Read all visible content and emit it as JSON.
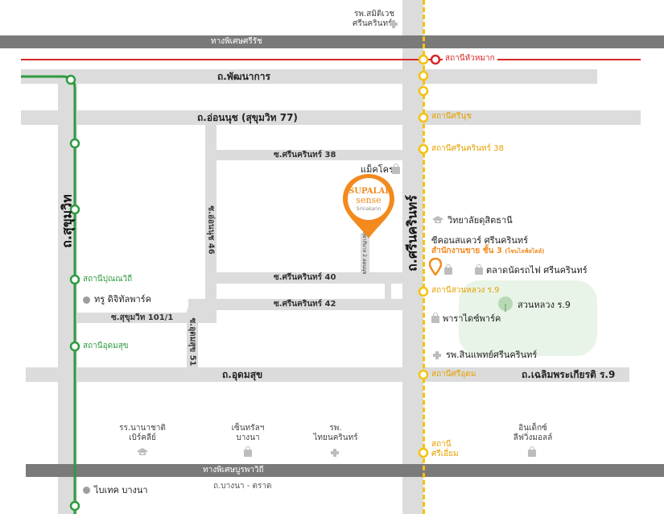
{
  "roads": {
    "expressway_top": "ทางพิเศษศรีรัช",
    "expressway_bottom": "ทางพิเศษบูรพาวิถี",
    "pattanakarn": "ถ.พัฒนาการ",
    "onnut": "ถ.อ่อนนุช (สุขุมวิท 77)",
    "srinakarin38": "ซ.ศรีนครินทร์ 38",
    "srinakarin40": "ซ.ศรีนครินทร์ 40",
    "srinakarin42": "ซ.ศรีนครินทร์ 42",
    "sukhumvit1011": "ซ.สุขุมวิท 101/1",
    "udomsuk": "ถ.อุดมสุข",
    "chalerm": "ถ.เฉลิมพระเกียรติ ร.9",
    "bangna_trad": "ถ.บางนา - ตราด",
    "sukhumvit": "ถ.สุขุมวิท",
    "srinakarin": "ถ.ศรีนครินทร์",
    "onnut46": "ซ.อ่อนนุช 46",
    "udomsuk51": "ซ.อุดมสุข 51",
    "project_soi": "ซ.สุขาภิบาล 2 อ่อนนุช"
  },
  "stations": {
    "hua_mak": "สถานีหัวหมาก",
    "srinuch": "สถานีศรีนุช",
    "srinakarin38": "สถานีศรีนครินทร์ 38",
    "suan_luang": "สถานีสวนหลวง ร.9",
    "sri_udom": "สถานีศรีอุดม",
    "sri_iam": [
      "สถานี",
      "ศรีเอี่ยม"
    ],
    "punnawithi": "สถานีปุณณวิถี",
    "udomsuk": "สถานีอุดมสุข"
  },
  "places": {
    "hospital_top": [
      "รพ.สมิติเวช",
      "ศรีนครินทร์"
    ],
    "makro": "แม็คโคร",
    "college": "วิทยาลัยดุสิตธานี",
    "seacon": "ซีคอนสแควร์ ศรีนครินทร์",
    "sales_office": "สำนักงานขาย ชั้น 3",
    "sales_zone": "(โซนไลฟ์สไตล์)",
    "train_market": "ตลาดนัดรถไฟ ศรีนครินทร์",
    "paradise": "พาราไดซ์พาร์ค",
    "suan_luang_park": "สวนหลวง ร.9",
    "hospital_sri": "รพ.สินแพทย์ศรีนครินทร์",
    "true_digital": "ทรู ดิจิทัลพาร์ค",
    "bitec": "ไบเทค บางนา",
    "school": [
      "รร.นานาชาติ",
      "เบิร์คลีย์"
    ],
    "central": [
      "เซ็นทรัลฯ",
      "บางนา"
    ],
    "hospital_thai": [
      "รพ.",
      "ไทยนครินทร์"
    ],
    "index": [
      "อินเด็กซ์",
      "ลีฟวิ่งมอลล์"
    ]
  },
  "logo": {
    "brand": "SUPALAI",
    "product": "sense",
    "sub": "Srinakarin"
  },
  "colors": {
    "green_line": "#2e9a3f",
    "yellow_line": "#f4c20d",
    "red_line": "#d62828",
    "pin": "#f28a1e",
    "road": "#dcdcdc",
    "expressway": "#7a7a7a",
    "park": "#eaf4ea"
  },
  "icons": [
    "plus-icon",
    "bag-icon",
    "school-icon",
    "tree-icon",
    "pin-icon",
    "dot-icon"
  ]
}
